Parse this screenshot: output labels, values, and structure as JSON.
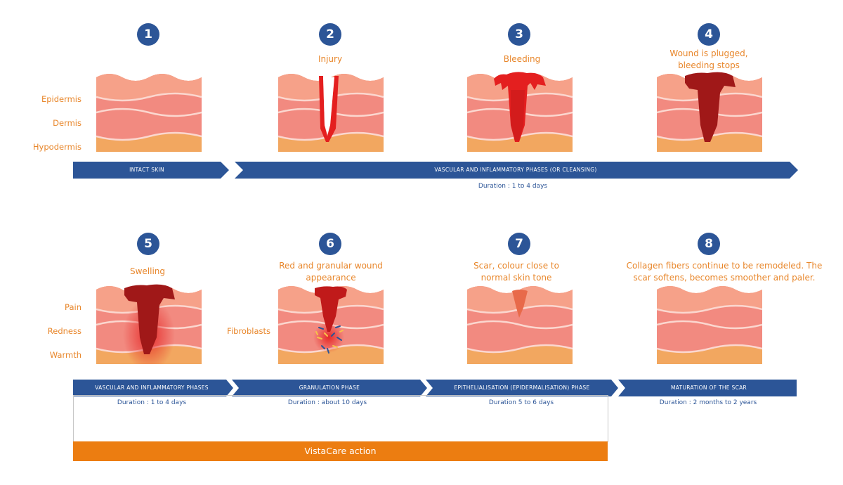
{
  "steps": [
    {
      "number": "1",
      "caption": ""
    },
    {
      "number": "2",
      "caption": "Injury"
    },
    {
      "number": "3",
      "caption": "Bleeding"
    },
    {
      "number": "4",
      "caption": "Wound is plugged, bleeding stops"
    },
    {
      "number": "5",
      "caption": "Swelling"
    },
    {
      "number": "6",
      "caption": "Red and granular wound appearance"
    },
    {
      "number": "7",
      "caption": "Scar, colour close to normal skin tone"
    },
    {
      "number": "8",
      "caption": "Collagen fibers continue to be remodeled. The scar softens, becomes smoother and paler."
    }
  ],
  "skin_layers": [
    "Epidermis",
    "Dermis",
    "Hypodermis"
  ],
  "symptoms": [
    "Pain",
    "Redness",
    "Warmth"
  ],
  "fibroblasts_label": "Fibroblasts",
  "row1_phases": [
    {
      "label": "INTACT SKIN",
      "duration": ""
    },
    {
      "label": "VASCULAR AND INFLAMMATORY PHASES (OR CLEANSING)",
      "duration": "Duration : 1 to 4 days"
    }
  ],
  "row2_phases": [
    {
      "label": "VASCULAR AND INFLAMMATORY PHASES",
      "duration": "Duration : 1 to 4 days"
    },
    {
      "label": "GRANULATION PHASE",
      "duration": "Duration : about 10 days"
    },
    {
      "label": "EPITHELIALISATION (EPIDERMALISATION) PHASE",
      "duration": "Duration 5 to 6 days"
    },
    {
      "label": "MATURATION OF THE SCAR",
      "duration": "Duration : 2 months to 2 years"
    }
  ],
  "vistacare_label": "VistaCare action",
  "colors": {
    "blue": "#2c5597",
    "orange_text": "#e8862a",
    "orange_bar": "#ec7d11",
    "epidermis": "#f6a189",
    "dermis": "#f28a80",
    "hypodermis": "#f2a760",
    "blood": "#e41f1f",
    "clot": "#a01818"
  }
}
